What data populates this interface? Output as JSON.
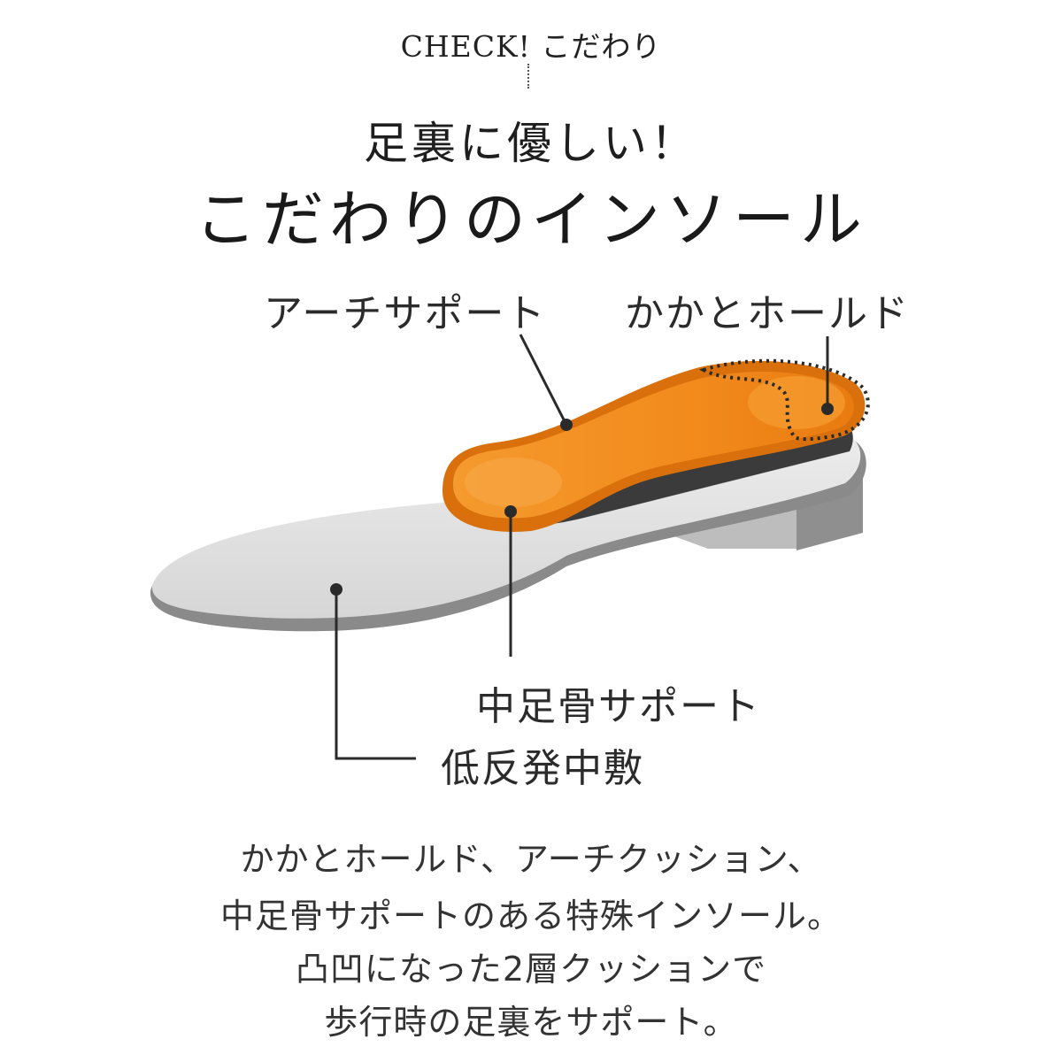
{
  "header": {
    "eyebrow": "CHECK! こだわり",
    "title_line1": "足裏に優しい！",
    "title_line2": "こだわりのインソール"
  },
  "callouts": {
    "arch_support": "アーチサポート",
    "heel_hold": "かかとホールド",
    "metatarsal_support": "中足骨サポート",
    "low_rebound": "低反発中敷"
  },
  "description": {
    "line1": "かかとホールド、アーチクッション、",
    "line2": "中足骨サポートのある特殊インソール。",
    "line3": "凸凹になった2層クッションで",
    "line4": "歩行時の足裏をサポート。"
  },
  "colors": {
    "orange": "#f28a1c",
    "orange_dark": "#d9700c",
    "gray_top": "#e3e3e3",
    "gray_edge": "#8a8a8a",
    "dark": "#2a2a2a"
  }
}
